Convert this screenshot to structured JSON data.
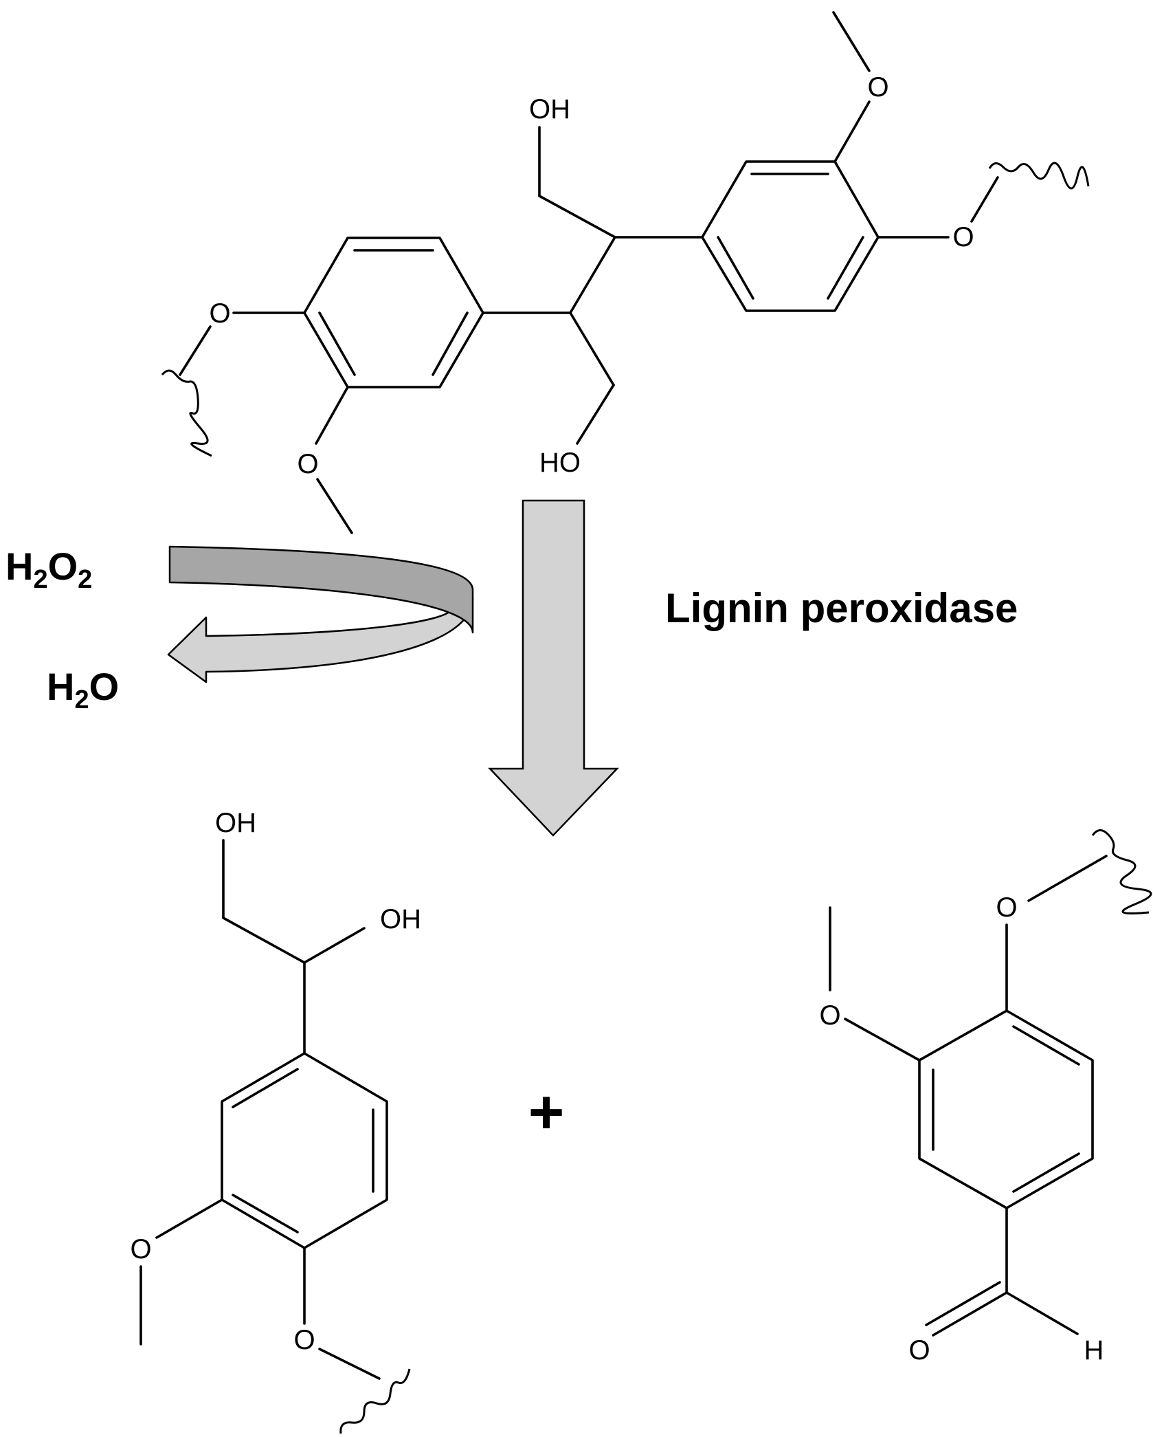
{
  "reagents": {
    "h2o2": {
      "main": "H",
      "sub1": "2",
      "mid": "O",
      "sub2": "2"
    },
    "h2o": {
      "main": "H",
      "sub1": "2",
      "end": "O"
    }
  },
  "enzyme_label": "Lignin peroxidase",
  "plus_sign": "+",
  "atoms": {
    "OH": "OH",
    "HO": "HO",
    "O": "O",
    "H": "H"
  },
  "colors": {
    "main_arrow_fill": "#d3d3d3",
    "curved_arrow_dark": "#a6a6a6",
    "curved_arrow_light": "#d3d3d3",
    "stroke": "#000000"
  }
}
